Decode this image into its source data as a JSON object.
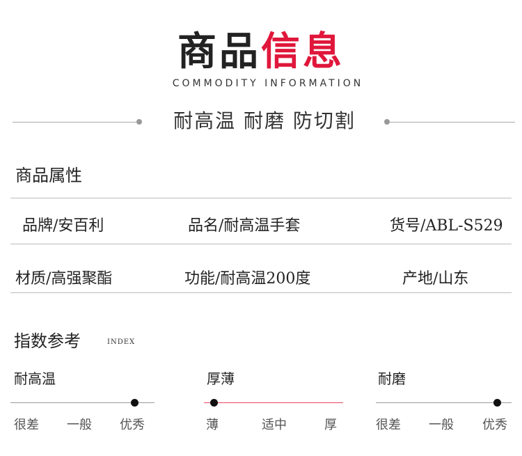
{
  "header": {
    "title_dark": "商品",
    "title_red": "信息",
    "subtitle": "COMMODITY INFORMATION",
    "tagline": "耐高温 耐磨 防切割"
  },
  "colors": {
    "accent": "#e0173b"
  },
  "attributes": {
    "heading": "商品属性",
    "rows": [
      [
        "品牌/安百利",
        "品名/耐高温手套",
        "货号/ABL-S529"
      ],
      [
        "材质/高强聚酯",
        "功能/耐高温200度",
        "产地/山东"
      ]
    ]
  },
  "index": {
    "heading": "指数参考",
    "heading_en": "INDEX",
    "gauges": [
      {
        "label": "耐高温",
        "scale": [
          "很差",
          "一般",
          "优秀"
        ],
        "value": 0.86
      },
      {
        "label": "厚薄",
        "scale": [
          "薄",
          "适中",
          "厚"
        ],
        "value": 0.07
      },
      {
        "label": "耐磨",
        "scale": [
          "很差",
          "一般",
          "优秀"
        ],
        "value": 0.89
      }
    ]
  }
}
